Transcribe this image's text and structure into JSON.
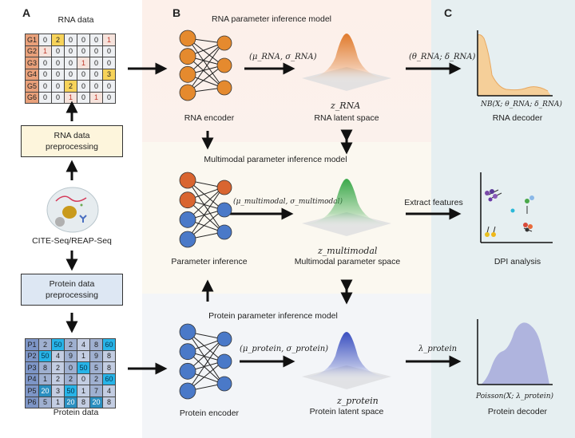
{
  "panels": {
    "a": "A",
    "b": "B",
    "c": "C"
  },
  "panel_a": {
    "rna_title": "RNA data",
    "rna_rows": [
      {
        "id": "G1",
        "cells": [
          "0",
          "2",
          "0",
          "0",
          "0",
          "1"
        ]
      },
      {
        "id": "G2",
        "cells": [
          "1",
          "0",
          "0",
          "0",
          "0",
          "0"
        ]
      },
      {
        "id": "G3",
        "cells": [
          "0",
          "0",
          "0",
          "1",
          "0",
          "0"
        ]
      },
      {
        "id": "G4",
        "cells": [
          "0",
          "0",
          "0",
          "0",
          "0",
          "3"
        ]
      },
      {
        "id": "G5",
        "cells": [
          "0",
          "0",
          "2",
          "0",
          "0",
          "0"
        ]
      },
      {
        "id": "G6",
        "cells": [
          "0",
          "0",
          "1",
          "0",
          "1",
          "0"
        ]
      }
    ],
    "rna_preproc": [
      "RNA data",
      "preprocessing"
    ],
    "source": "CITE-Seq/REAP-Seq",
    "protein_preproc": [
      "Protein data",
      "preprocessing"
    ],
    "protein_title": "Protein data",
    "protein_rows": [
      {
        "id": "P1",
        "cells": [
          "2",
          "50",
          "2",
          "4",
          "8",
          "60"
        ]
      },
      {
        "id": "P2",
        "cells": [
          "50",
          "4",
          "9",
          "1",
          "9",
          "8"
        ]
      },
      {
        "id": "P3",
        "cells": [
          "8",
          "2",
          "0",
          "50",
          "5",
          "8"
        ]
      },
      {
        "id": "P4",
        "cells": [
          "1",
          "2",
          "2",
          "0",
          "2",
          "60"
        ]
      },
      {
        "id": "P5",
        "cells": [
          "20",
          "3",
          "50",
          "1",
          "7",
          "4"
        ]
      },
      {
        "id": "P6",
        "cells": [
          "5",
          "1",
          "20",
          "8",
          "20",
          "8"
        ]
      }
    ]
  },
  "panel_b": {
    "rna_model_title": "RNA parameter inference model",
    "rna_encoder": "RNA encoder",
    "rna_params": "(μ_RNA, σ_RNA)",
    "rna_z": "z_RNA",
    "rna_latent": "RNA latent space",
    "multi_title": "Multimodal parameter inference model",
    "param_inference": "Parameter inference",
    "multi_params": "(μ_multimodal, σ_multimodal)",
    "multi_z": "z_multimodal",
    "multi_space": "Multimodal parameter space",
    "extract": "Extract features",
    "protein_model_title": "Protein parameter inference model",
    "protein_encoder": "Protein encoder",
    "protein_params": "(μ_protein, σ_protein)",
    "protein_z": "z_protein",
    "protein_latent": "Protein latent space"
  },
  "panel_c": {
    "rna_decoder_params": "(θ_RNA; δ_RNA)",
    "nb_formula": "NB(X; θ_RNA; δ_RNA)",
    "rna_decoder": "RNA decoder",
    "dpi": "DPI analysis",
    "lambda": "λ_protein",
    "poisson_formula": "Poisson(X; λ_protein)",
    "protein_decoder": "Protein decoder"
  },
  "colors": {
    "rna_node": "#e58a2e",
    "multi_rna_node": "#d96530",
    "protein_node": "#4a79c8",
    "rna_surface": "#e07a2c",
    "multi_surface": "#3aa84a",
    "protein_surface": "#3a4fc0",
    "rna_bg": "#fbeee8",
    "multi_bg": "#fbf6ec",
    "protein_bg": "#eef2f8",
    "c_bg": "#e8f0f2",
    "rna_row_header": "#e8a07a",
    "protein_row_header": "#7d95c6",
    "rna_highlight": "#f7d35a",
    "protein_highlight": "#27b4e8"
  }
}
